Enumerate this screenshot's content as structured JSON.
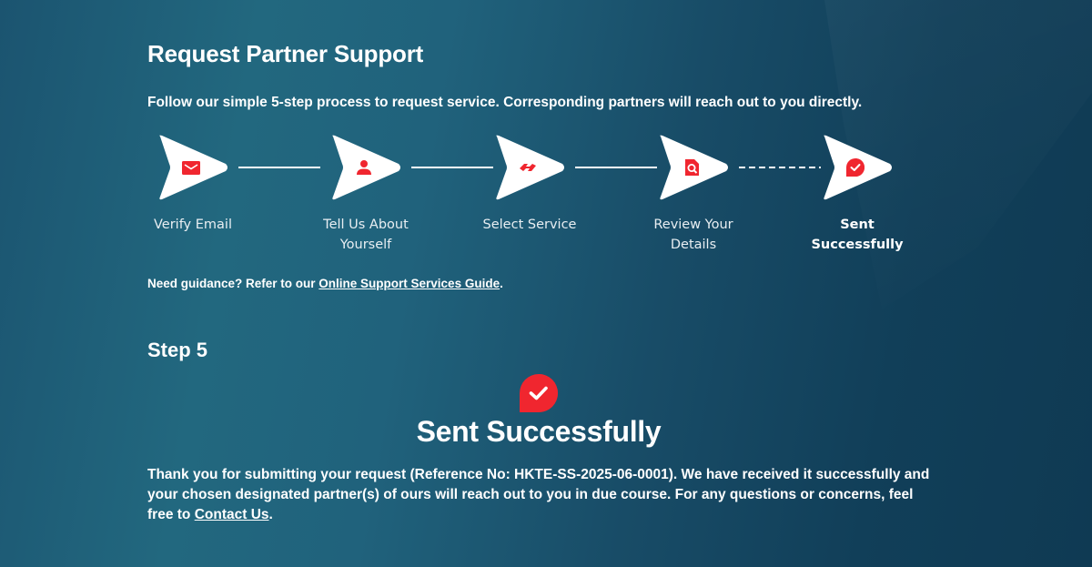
{
  "page": {
    "title": "Request Partner Support",
    "subtitle": "Follow our simple 5-step process to request service. Corresponding partners will reach out to you directly."
  },
  "stepper": {
    "steps": [
      {
        "label": "Verify Email",
        "icon": "envelope-icon",
        "status": "completed"
      },
      {
        "label": "Tell Us About Yourself",
        "icon": "user-icon",
        "status": "completed"
      },
      {
        "label": "Select Service",
        "icon": "handshake-icon",
        "status": "completed"
      },
      {
        "label": "Review Your Details",
        "icon": "document-search-icon",
        "status": "completed"
      },
      {
        "label": "Sent Successfully",
        "icon": "check-bubble-icon",
        "status": "current"
      }
    ],
    "accent_color": "#f0262f",
    "arrow_color": "#ffffff"
  },
  "guidance": {
    "prefix": "Need guidance? Refer to our ",
    "link_text": "Online Support Services Guide",
    "suffix": "."
  },
  "step_section": {
    "heading": "Step 5",
    "success_title": "Sent Successfully",
    "message_prefix": "Thank you for submitting your request (Reference No: HKTE-SS-2025-06-0001). We have received it successfully and your chosen designated partner(s) of ours will reach out to you in due course. For any questions or concerns, feel free to ",
    "contact_link": "Contact Us",
    "message_suffix": ".",
    "reference_no": "HKTE-SS-2025-06-0001"
  }
}
